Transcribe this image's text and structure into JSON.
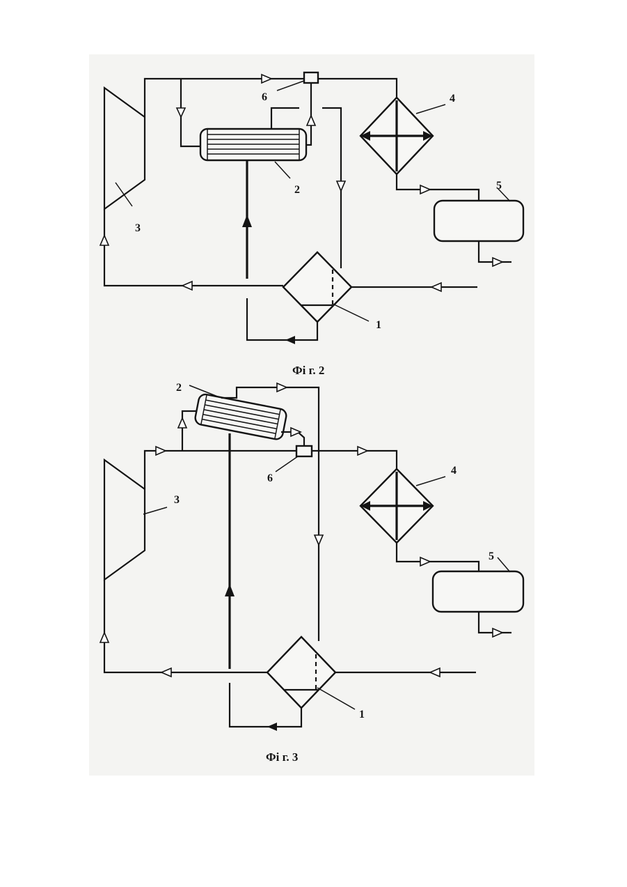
{
  "figures": [
    {
      "caption": "Фі г. 2",
      "labels": {
        "evaporator": "1",
        "heat_exchanger": "2",
        "expander": "3",
        "separator": "4",
        "receiver": "5",
        "mixer": "6"
      }
    },
    {
      "caption": "Фі г. 3",
      "labels": {
        "evaporator": "1",
        "heat_exchanger": "2",
        "expander": "3",
        "separator": "4",
        "receiver": "5",
        "mixer": "6"
      }
    }
  ]
}
